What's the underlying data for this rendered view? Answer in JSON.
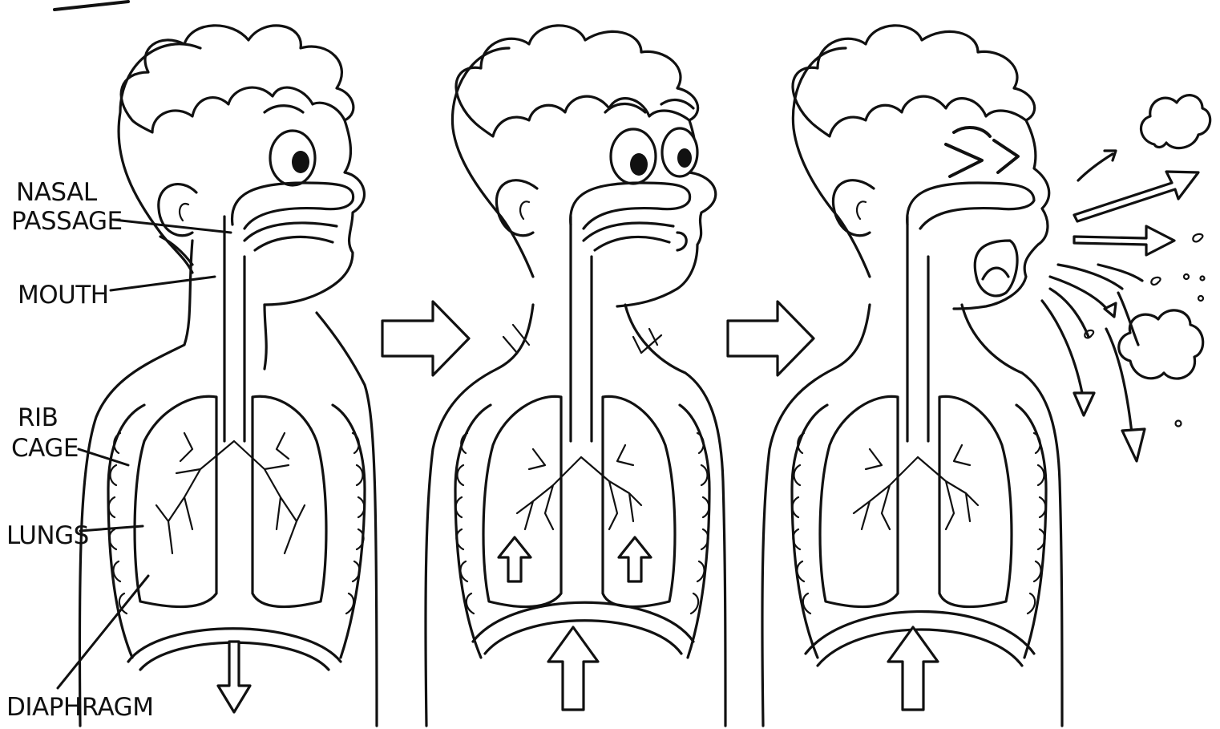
{
  "labels": {
    "nasal_passage_line1": "NASAL",
    "nasal_passage_line2": "PASSAGE",
    "mouth": "MOUTH",
    "rib_cage_line1": "RIB",
    "rib_cage_line2": "CAGE",
    "lungs": "LUNGS",
    "diaphragm": "DIAPHRAGM"
  },
  "stages": [
    {
      "diaphragm_arrow": "down"
    },
    {
      "diaphragm_arrow": "up"
    },
    {
      "diaphragm_arrow": "up"
    }
  ],
  "colors": {
    "ink": "#111111",
    "background": "#ffffff"
  }
}
